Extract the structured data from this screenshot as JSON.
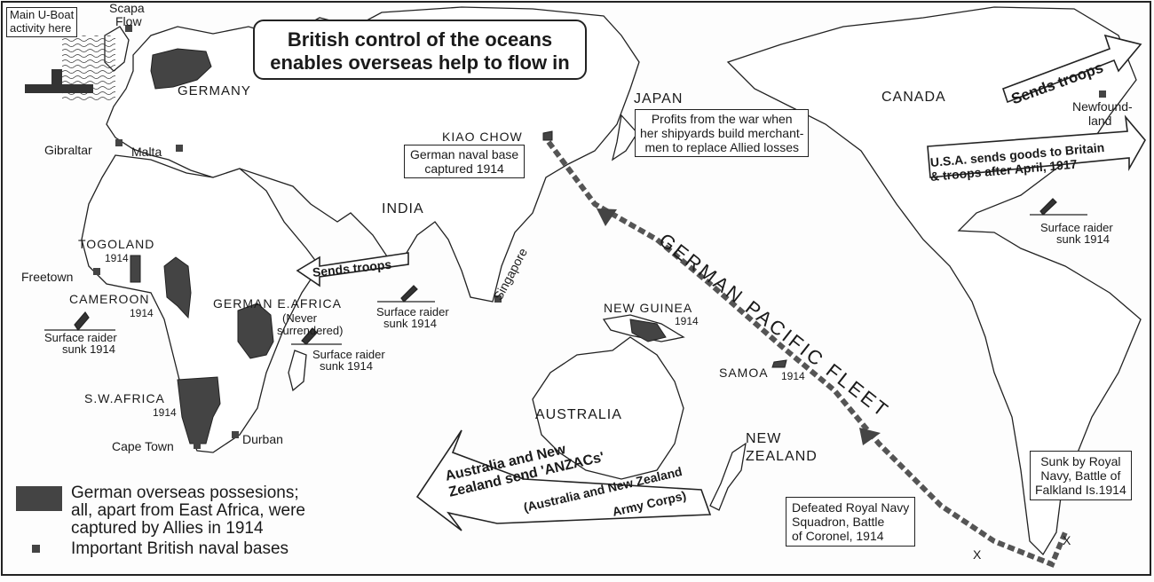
{
  "title": {
    "line1": "British control of the oceans",
    "line2": "enables overseas help to flow in"
  },
  "regions": {
    "germany": "GERMANY",
    "japan": "JAPAN",
    "canada": "CANADA",
    "india": "INDIA",
    "australia": "AUSTRALIA",
    "new_zealand_1": "NEW",
    "new_zealand_2": "ZEALAND",
    "new_guinea": "NEW GUINEA",
    "samoa": "SAMOA",
    "kiao_chow": "KIAO CHOW",
    "togoland": "TOGOLAND",
    "cameroon": "CAMEROON",
    "german_e_africa": "GERMAN E.AFRICA",
    "sw_africa": "S.W.AFRICA"
  },
  "places": {
    "scapa_1": "Scapa",
    "scapa_2": "Flow",
    "gibraltar": "Gibraltar",
    "malta": "Malta",
    "freetown": "Freetown",
    "cape_town": "Cape Town",
    "durban": "Durban",
    "singapore": "Singapore",
    "newfoundland_1": "Newfound-",
    "newfoundland_2": "land"
  },
  "years": {
    "togoland": "1914",
    "cameroon": "1914",
    "sw_africa": "1914",
    "new_guinea": "1914",
    "samoa": "1914"
  },
  "notes": {
    "uboat_1": "Main U-Boat",
    "uboat_2": "activity here",
    "never_1": "(Never",
    "never_2": "surrendered)",
    "raider_a_1": "Surface raider",
    "raider_a_2": "sunk 1914",
    "raider_b_1": "Surface raider",
    "raider_b_2": "sunk 1914",
    "raider_c_1": "Surface raider",
    "raider_c_2": "sunk 1914",
    "raider_d_1": "Surface raider",
    "raider_d_2": "sunk 1914",
    "kiao_box_1": "German naval base",
    "kiao_box_2": "captured 1914",
    "japan_box_1": "Profits from the war when",
    "japan_box_2": "her shipyards build merchant-",
    "japan_box_3": "men to replace Allied losses",
    "coronel_1": "Defeated Royal Navy",
    "coronel_2": "Squadron, Battle",
    "coronel_3": "of Coronel, 1914",
    "falkland_1": "Sunk by Royal",
    "falkland_2": "Navy, Battle of",
    "falkland_3": "Falkland Is.1914",
    "x_coronel": "X",
    "x_falkland": "X"
  },
  "arrows": {
    "india_troops": "Sends troops",
    "canada_troops": "Sends troops",
    "usa_1": "U.S.A. sends goods to Britain",
    "usa_2": "& troops after April, 1917",
    "anzac_1": "Australia and New",
    "anzac_2": "Zealand send 'ANZACs'",
    "anzac_3": "(Australia and New Zealand",
    "anzac_4": "Army Corps)"
  },
  "fleet": "GERMAN PACIFIC FLEET",
  "legend": {
    "possessions_1": "German overseas possesions;",
    "possessions_2": "all, apart from East Africa, were",
    "possessions_3": "captured by Allies in 1914",
    "bases": "Important British naval bases"
  },
  "colors": {
    "land": "#ffffff",
    "possession": "#444444",
    "ink": "#1a1a1a",
    "fleet": "#555555"
  }
}
